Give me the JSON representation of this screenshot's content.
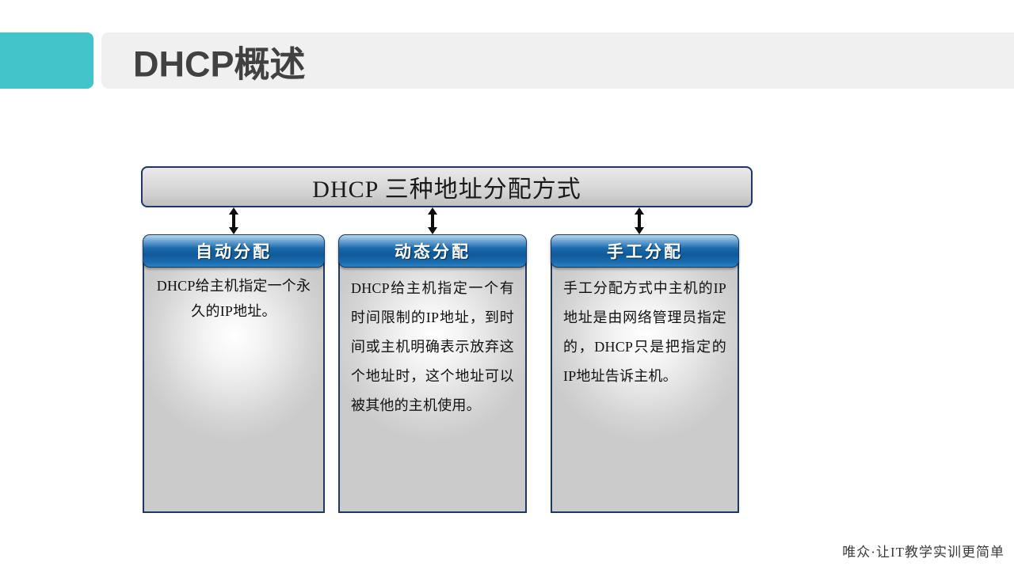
{
  "slide": {
    "title": "DHCP概述",
    "accent_color": "#43c3ca",
    "header_panel_color": "#f0f0f0",
    "title_color": "#414141",
    "box_border_color": "#1f3864",
    "header_gradient_color": "#105a98"
  },
  "diagram": {
    "top_box": {
      "label": "DHCP 三种地址分配方式"
    },
    "columns": [
      {
        "header": "自动分配",
        "body": "DHCP给主机指定一个永久的IP地址。"
      },
      {
        "header": "动态分配",
        "body": "DHCP给主机指定一个有时间限制的IP地址，到时间或主机明确表示放弃这个地址时，这个地址可以被其他的主机使用。"
      },
      {
        "header": "手工分配",
        "body": "手工分配方式中主机的IP地址是由网络管理员指定的，DHCP只是把指定的IP地址告诉主机。"
      }
    ]
  },
  "footer": {
    "note": "唯众·让IT教学实训更简单"
  }
}
